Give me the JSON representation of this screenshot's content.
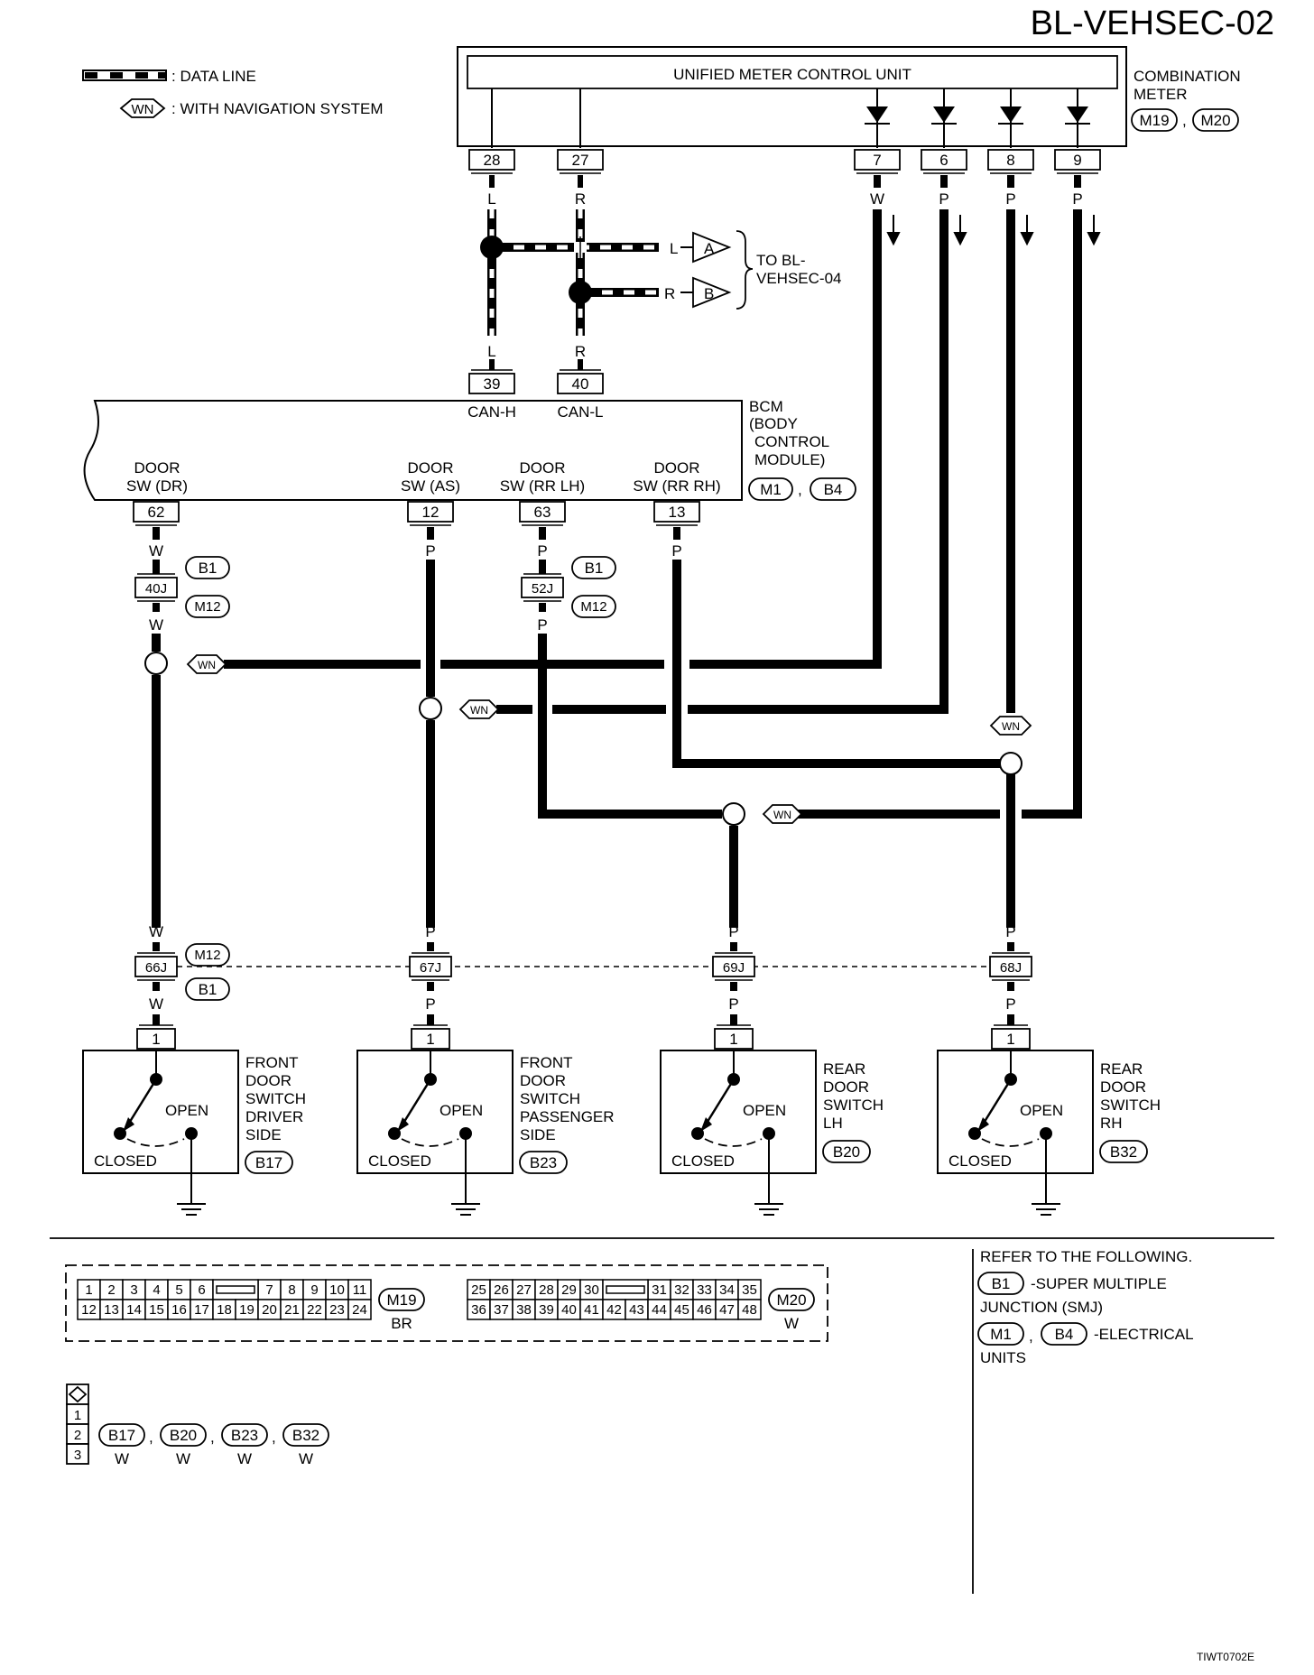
{
  "title": "BL-VEHSEC-02",
  "legend": {
    "data_line": ": DATA LINE",
    "wn_symbol": "WN",
    "wn_text": ": WITH NAVIGATION SYSTEM"
  },
  "meter": {
    "unit_label": "UNIFIED METER CONTROL UNIT",
    "side_label_1": "COMBINATION",
    "side_label_2": "METER",
    "conn_1": "M19",
    "conn_2": "M20",
    "pins": [
      "28",
      "27",
      "7",
      "6",
      "8",
      "9"
    ],
    "wires": [
      "L",
      "R",
      "W",
      "P",
      "P",
      "P"
    ]
  },
  "can": {
    "to_label_1": "TO BL-",
    "to_label_2": "VEHSEC-04",
    "flag_a": "A",
    "flag_b": "B",
    "wire_l": "L",
    "wire_r": "R"
  },
  "bcm": {
    "label_1": "BCM",
    "label_2": "(BODY",
    "label_3": "CONTROL",
    "label_4": "MODULE)",
    "conn_1": "M1",
    "conn_2": "B4",
    "pins_top": [
      "39",
      "40"
    ],
    "pins_top_labels": [
      "CAN-H",
      "CAN-L"
    ],
    "sw_labels_1": [
      "DOOR",
      "DOOR",
      "DOOR",
      "DOOR"
    ],
    "sw_labels_2": [
      "SW (DR)",
      "SW (AS)",
      "SW (RR LH)",
      "SW (RR RH)"
    ],
    "pins_bottom": [
      "62",
      "12",
      "63",
      "13"
    ],
    "wires_bottom": [
      "W",
      "P",
      "P",
      "P"
    ]
  },
  "junctions": {
    "j40": "40J",
    "j52": "52J",
    "b1": "B1",
    "m12": "M12",
    "lower": [
      "66J",
      "67J",
      "69J",
      "68J"
    ]
  },
  "switches": [
    {
      "l1": "FRONT",
      "l2": "DOOR",
      "l3": "SWITCH",
      "l4": "DRIVER",
      "l5": "SIDE",
      "conn": "B17",
      "wire": "W"
    },
    {
      "l1": "FRONT",
      "l2": "DOOR",
      "l3": "SWITCH",
      "l4": "PASSENGER",
      "l5": "SIDE",
      "conn": "B23",
      "wire": "P"
    },
    {
      "l1": "REAR",
      "l2": "DOOR",
      "l3": "SWITCH",
      "l4": "LH",
      "l5": "",
      "conn": "B20",
      "wire": "P"
    },
    {
      "l1": "REAR",
      "l2": "DOOR",
      "l3": "SWITCH",
      "l4": "RH",
      "l5": "",
      "conn": "B32",
      "wire": "P"
    }
  ],
  "switch_pin": "1",
  "switch_open": "OPEN",
  "switch_closed": "CLOSED",
  "connector_m19": {
    "row1": [
      "1",
      "2",
      "3",
      "4",
      "5",
      "6",
      "7",
      "8",
      "9",
      "10",
      "11"
    ],
    "row2": [
      "12",
      "13",
      "14",
      "15",
      "16",
      "17",
      "18",
      "19",
      "20",
      "21",
      "22",
      "23",
      "24"
    ],
    "name": "M19",
    "color": "BR"
  },
  "connector_m20": {
    "row1": [
      "25",
      "26",
      "27",
      "28",
      "29",
      "30",
      "31",
      "32",
      "33",
      "34",
      "35"
    ],
    "row2": [
      "36",
      "37",
      "38",
      "39",
      "40",
      "41",
      "42",
      "43",
      "44",
      "45",
      "46",
      "47",
      "48"
    ],
    "name": "M20",
    "color": "W"
  },
  "connector_small": {
    "pins": [
      "1",
      "2",
      "3"
    ],
    "names": [
      "B17",
      "B20",
      "B23",
      "B32"
    ],
    "colors": [
      "W",
      "W",
      "W",
      "W"
    ]
  },
  "refer": {
    "heading": "REFER TO THE FOLLOWING.",
    "b1": "B1",
    "b1_text_1": "-SUPER MULTIPLE",
    "b1_text_2": "JUNCTION (SMJ)",
    "m1": "M1",
    "b4": "B4",
    "eu_text_1": "-ELECTRICAL",
    "eu_text_2": "UNITS"
  },
  "footer_code": "TIWT0702E"
}
